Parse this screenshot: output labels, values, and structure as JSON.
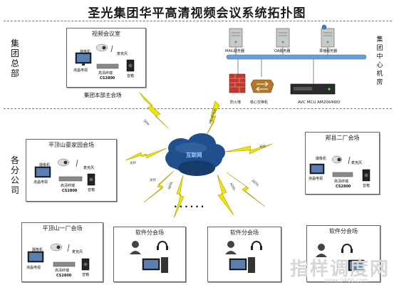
{
  "title": "圣光集团华平高清视频会议系统拓扑图",
  "side_labels": {
    "hq": "集团总部",
    "branches": "各分公司",
    "datacenter": "集团中心机房"
  },
  "hq_room": {
    "title": "视频会议室",
    "caption": "集团本部主会场",
    "camera": "摄像机",
    "mic": "麦克风",
    "tv": "液晶电视",
    "terminal": "高清终端",
    "model": "CS2800",
    "speaker": "音箱"
  },
  "datacenter": {
    "servers": [
      "MAIL服务器",
      "OA服务器",
      "录播服务器"
    ],
    "firewall": "防火墙",
    "switch": "核心交换机",
    "mcu": "AVC MCU AM2064WD"
  },
  "network": {
    "cloud_label": "互联网",
    "dots": "......",
    "links": [
      "SDH",
      "MSTP/光纤",
      "光纤",
      "光纤",
      "光纤",
      "ADSL",
      "ADSL",
      "ADSL"
    ]
  },
  "branch_left_top": {
    "title": "平顶山豪家园会场",
    "camera": "摄像机",
    "mic": "麦克风",
    "tv": "液晶电视",
    "terminal": "高清终端",
    "model": "CS2800",
    "speaker": "音箱"
  },
  "branch_right_top": {
    "title": "郏县二厂会场",
    "camera": "摄像机",
    "mic": "麦克风",
    "tv": "液晶电视",
    "terminal": "高清终端",
    "model": "CS2800",
    "speaker": "音箱"
  },
  "branch_left_bottom": {
    "title": "平顶山一厂会场",
    "camera": "摄像机",
    "mic": "麦克风",
    "tv": "液晶电视",
    "terminal": "高清终端",
    "model": "CS2800",
    "speaker": "音箱"
  },
  "soft_sites": [
    {
      "title": "软件分会场"
    },
    {
      "title": "软件分会场"
    },
    {
      "title": "软件分会场"
    }
  ],
  "watermark": "指样调度网",
  "watermark_url": "www.9466.com",
  "colors": {
    "bolt": "#f2e600",
    "bolt_stroke": "#a89a00",
    "cloud": "#1f4f8c",
    "rack": "#2b2b2b",
    "server": "#c9c9c9",
    "firewall": "#c0392b",
    "switch": "#b07a2a",
    "backbone": "#6aa0d8"
  }
}
